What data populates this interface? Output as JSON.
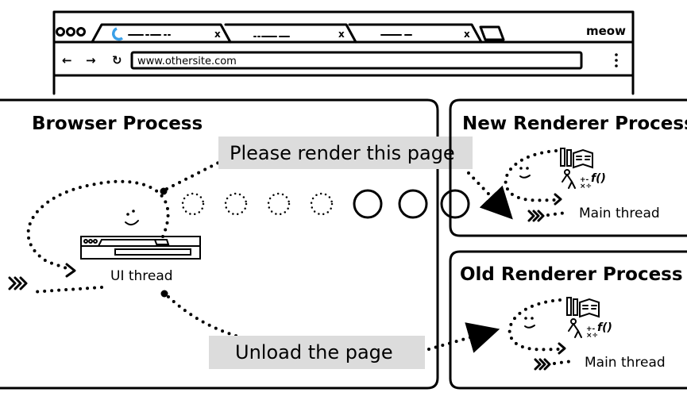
{
  "browser_window": {
    "tabs": [
      {
        "close": "x"
      },
      {
        "close": "x"
      },
      {
        "close": "x"
      }
    ],
    "profile_name": "meow",
    "url": "www.othersite.com",
    "icons": [
      "back-arrow-icon",
      "forward-arrow-icon",
      "reload-icon",
      "menu-kebab-icon",
      "loading-spinner-icon"
    ],
    "spinner_color": "#3aa0e8"
  },
  "browser_process": {
    "title": "Browser Process",
    "thread_label": "UI thread"
  },
  "new_renderer": {
    "title": "New Renderer Process",
    "thread_label": "Main thread"
  },
  "old_renderer": {
    "title": "Old Renderer Process",
    "thread_label": "Main thread"
  },
  "messages": {
    "render": "Please render this page",
    "unload": "Unload the page"
  },
  "colors": {
    "message_bg": "#dcdcdc",
    "stroke": "#000000"
  }
}
